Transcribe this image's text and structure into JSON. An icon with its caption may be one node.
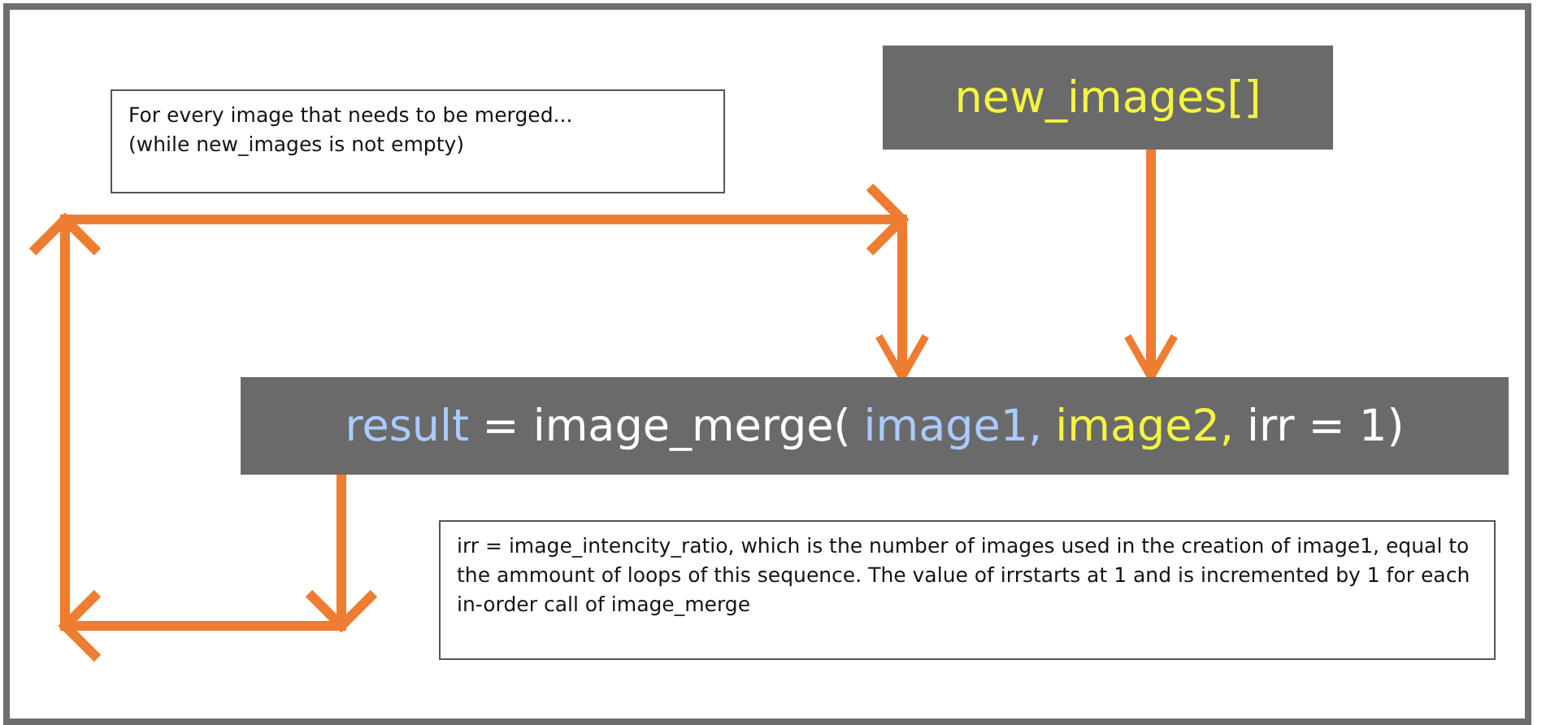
{
  "diagram": {
    "nodes": [
      {
        "text": [
          "For every image that needs to be merged...",
          "(while new_images is not empty)"
        ]
      },
      {
        "text": [
          "new_images[]"
        ]
      },
      {
        "text": [
          "result",
          "= image_merge(",
          "image1,",
          "image2,",
          "irr = 1)"
        ]
      },
      {
        "text": [
          "irr = image_intencity_ratio, which is the number of images used in the creation of image1, equal to the ammount of loops of this sequence. The value of irrstarts at 1 and is incremented by 1 for each in-order call of image_merge"
        ]
      }
    ],
    "edges": [
      {
        "from": 1,
        "to": 2,
        "arrow": "to"
      },
      {
        "from": 2,
        "to": 2,
        "arrow": "to"
      }
    ]
  }
}
